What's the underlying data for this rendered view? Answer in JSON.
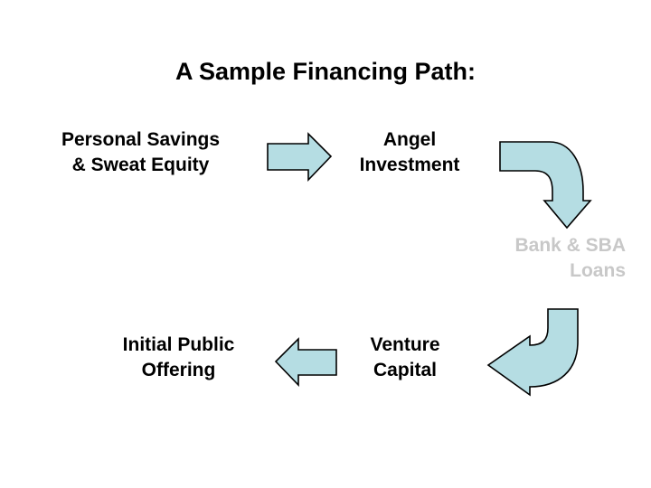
{
  "slide": {
    "title": "A Sample Financing Path:",
    "background_color": "#ffffff",
    "arrow_fill_color": "#b5dde3",
    "arrow_stroke_color": "#000000",
    "text_color": "#000000",
    "dim_text_color": "#c8c8c8"
  },
  "nodes": [
    {
      "id": "personal-savings",
      "label": "Personal Savings\n& Sweat Equity",
      "dimmed": false
    },
    {
      "id": "angel-investment",
      "label": "Angel\nInvestment",
      "dimmed": false
    },
    {
      "id": "bank-loans",
      "label": "Bank & SBA\nLoans",
      "dimmed": true
    },
    {
      "id": "venture-capital",
      "label": "Venture\nCapital",
      "dimmed": false
    },
    {
      "id": "ipo",
      "label": "Initial Public\nOffering",
      "dimmed": false
    }
  ],
  "connectors": [
    {
      "id": "arrow-right-1",
      "icon": "arrow-right-icon",
      "from": "personal-savings",
      "to": "angel-investment"
    },
    {
      "id": "arrow-curve-down",
      "icon": "arrow-curve-down-icon",
      "from": "angel-investment",
      "to": "bank-loans"
    },
    {
      "id": "arrow-curve-left",
      "icon": "arrow-curve-left-icon",
      "from": "bank-loans",
      "to": "venture-capital"
    },
    {
      "id": "arrow-left-1",
      "icon": "arrow-left-icon",
      "from": "venture-capital",
      "to": "ipo"
    }
  ]
}
